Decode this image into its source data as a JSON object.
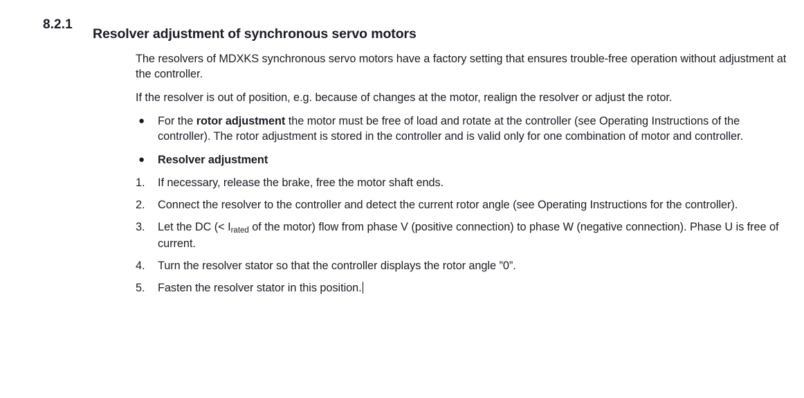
{
  "document": {
    "section_number": "8.2.1",
    "section_title": "Resolver adjustment of synchronous servo motors",
    "text_color": "#1b1b24",
    "background_color": "#ffffff",
    "paragraphs": [
      "The resolvers of MDXKS synchronous servo motors have a factory setting that ensures trouble-free operation without adjustment at the controller.",
      "If the resolver is out of position, e.g. because of changes at the motor, realign the resolver or adjust the rotor."
    ],
    "bullets": [
      {
        "mark": "●",
        "lead_plain": "For the ",
        "lead_bold": "rotor adjustment",
        "rest": " the motor must be free of load and rotate at the controller (see Operating Instructions of the controller). The rotor adjustment is stored in the controller and is valid only for one combination of motor and controller.",
        "bold_whole": false
      },
      {
        "mark": "●",
        "lead_plain": "",
        "lead_bold": "Resolver adjustment",
        "rest": "",
        "bold_whole": true
      }
    ],
    "numbered_steps": [
      {
        "number": "1.",
        "text": "If necessary, release the brake, free the motor shaft ends."
      },
      {
        "number": "2.",
        "text": "Connect the resolver to the controller and detect the current rotor angle (see Operating Instructions for the controller)."
      },
      {
        "number": "3.",
        "text_before_sub": "Let the DC (< I",
        "subscript": "rated",
        "text_after_sub": " of the motor) flow from phase V (positive connection) to phase W (negative connection). Phase U is free of current."
      },
      {
        "number": "4.",
        "text": "Turn the resolver stator so that the controller displays the rotor angle ”0”."
      },
      {
        "number": "5.",
        "text": "Fasten the resolver stator in this position."
      }
    ],
    "caret_visible": true
  }
}
